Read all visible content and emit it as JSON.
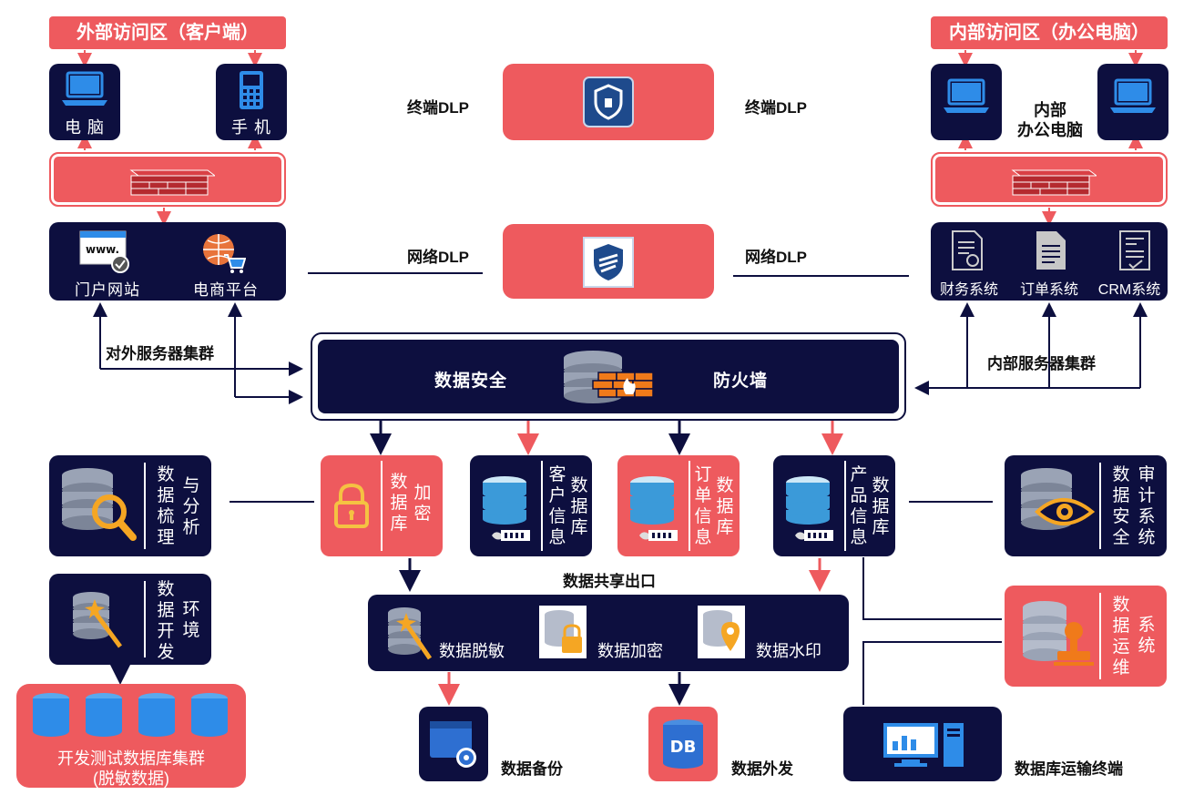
{
  "external_zone": {
    "title": "外部访问区（客户端）",
    "pc": "电 脑",
    "phone": "手 机",
    "portal": "门户网站",
    "ecommerce": "电商平台",
    "server_cluster": "对外服务器集群"
  },
  "internal_zone": {
    "title": "内部访问区（办公电脑）",
    "office_pc": [
      "内部",
      "办公电脑"
    ],
    "finance": "财务系统",
    "order": "订单系统",
    "crm": "CRM系统",
    "server_cluster": "内部服务器集群"
  },
  "dlp": {
    "terminal_left": "终端DLP",
    "terminal_right": "终端DLP",
    "network_left": "网络DLP",
    "network_right": "网络DLP"
  },
  "firewall": {
    "left": "数据安全",
    "right": "防火墙"
  },
  "databases": {
    "encrypted": [
      "数",
      "据",
      "库",
      "加",
      "密"
    ],
    "customer": [
      "客",
      "户",
      "信",
      "息",
      "数",
      "据",
      "库"
    ],
    "order": [
      "订",
      "单",
      "信",
      "息",
      "数",
      "据",
      "库"
    ],
    "product": [
      "产",
      "品",
      "信",
      "息",
      "数",
      "据",
      "库"
    ]
  },
  "side": {
    "analysis": [
      "数",
      "据",
      "梳",
      "理",
      "与",
      "分",
      "析"
    ],
    "audit": [
      "数",
      "据",
      "安",
      "全",
      "审",
      "计",
      "系",
      "统"
    ],
    "dev_env": [
      "数",
      "据",
      "开",
      "发",
      "环",
      "境"
    ],
    "ops": [
      "数",
      "据",
      "运",
      "维",
      "系",
      "统"
    ],
    "dev_cluster": [
      "开发测试数据库集群",
      "(脱敏数据)"
    ]
  },
  "sharing": {
    "title": "数据共享出口",
    "masking": "数据脱敏",
    "encryption": "数据加密",
    "watermark": "数据水印"
  },
  "outputs": {
    "backup": "数据备份",
    "external": "数据外发",
    "transport": "数据库运输终端",
    "db_badge": "DB"
  },
  "colors": {
    "navy": "#0d0f3f",
    "coral": "#ee5a5e",
    "gold": "#f5a623"
  }
}
